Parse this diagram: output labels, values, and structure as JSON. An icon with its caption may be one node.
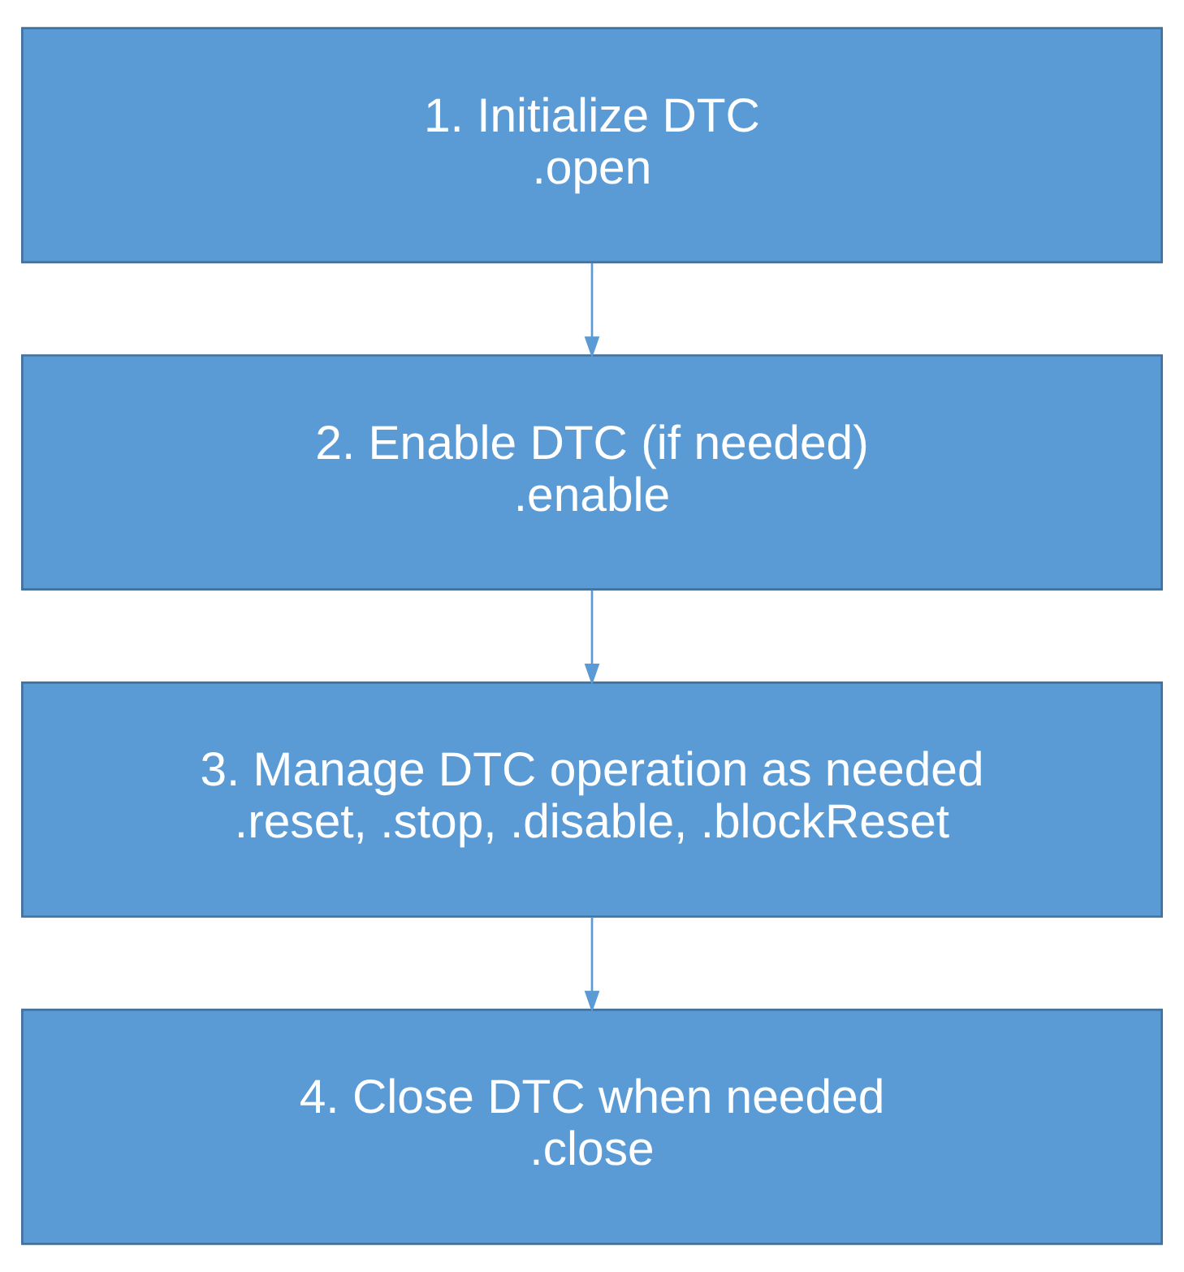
{
  "diagram": {
    "nodes": [
      {
        "text": [
          "1. Initialize DTC",
          ".open"
        ]
      },
      {
        "text": [
          "2. Enable DTC (if needed)",
          ".enable"
        ]
      },
      {
        "text": [
          "3. Manage DTC operation as needed",
          ".reset, .stop, .disable, .blockReset"
        ]
      },
      {
        "text": [
          "4. Close DTC when needed",
          ".close"
        ]
      }
    ],
    "edges": [
      {
        "from": 0,
        "to": 1,
        "arrow": "to"
      },
      {
        "from": 1,
        "to": 2,
        "arrow": "to"
      },
      {
        "from": 2,
        "to": 3,
        "arrow": "to"
      }
    ]
  }
}
